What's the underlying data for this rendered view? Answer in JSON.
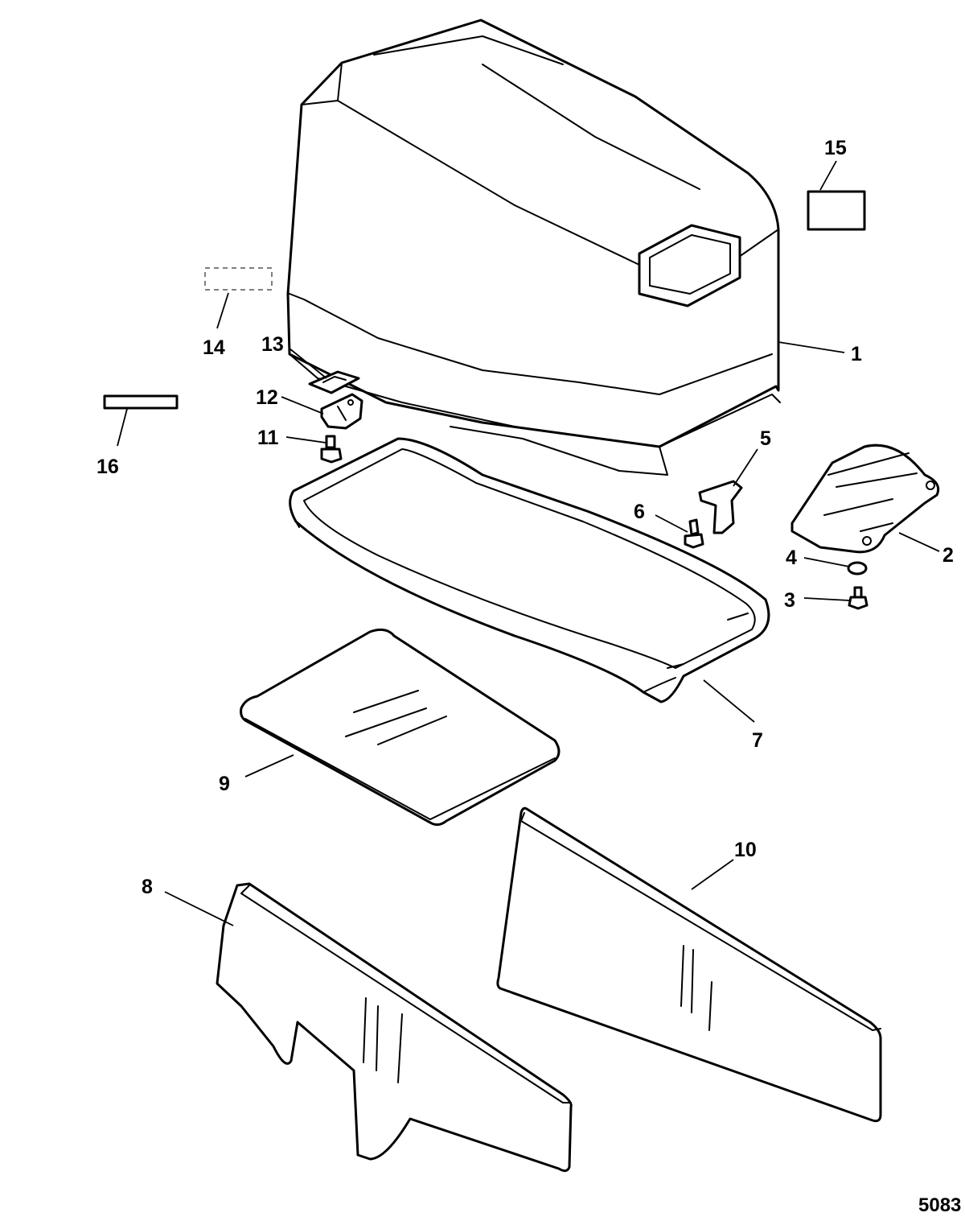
{
  "diagram": {
    "figure_number": "5083",
    "callouts": [
      {
        "id": "1",
        "label": "1"
      },
      {
        "id": "2",
        "label": "2"
      },
      {
        "id": "3",
        "label": "3"
      },
      {
        "id": "4",
        "label": "4"
      },
      {
        "id": "5",
        "label": "5"
      },
      {
        "id": "6",
        "label": "6"
      },
      {
        "id": "7",
        "label": "7"
      },
      {
        "id": "8",
        "label": "8"
      },
      {
        "id": "9",
        "label": "9"
      },
      {
        "id": "10",
        "label": "10"
      },
      {
        "id": "11",
        "label": "11"
      },
      {
        "id": "12",
        "label": "12"
      },
      {
        "id": "13",
        "label": "13"
      },
      {
        "id": "14",
        "label": "14"
      },
      {
        "id": "15",
        "label": "15"
      },
      {
        "id": "16",
        "label": "16"
      }
    ]
  }
}
